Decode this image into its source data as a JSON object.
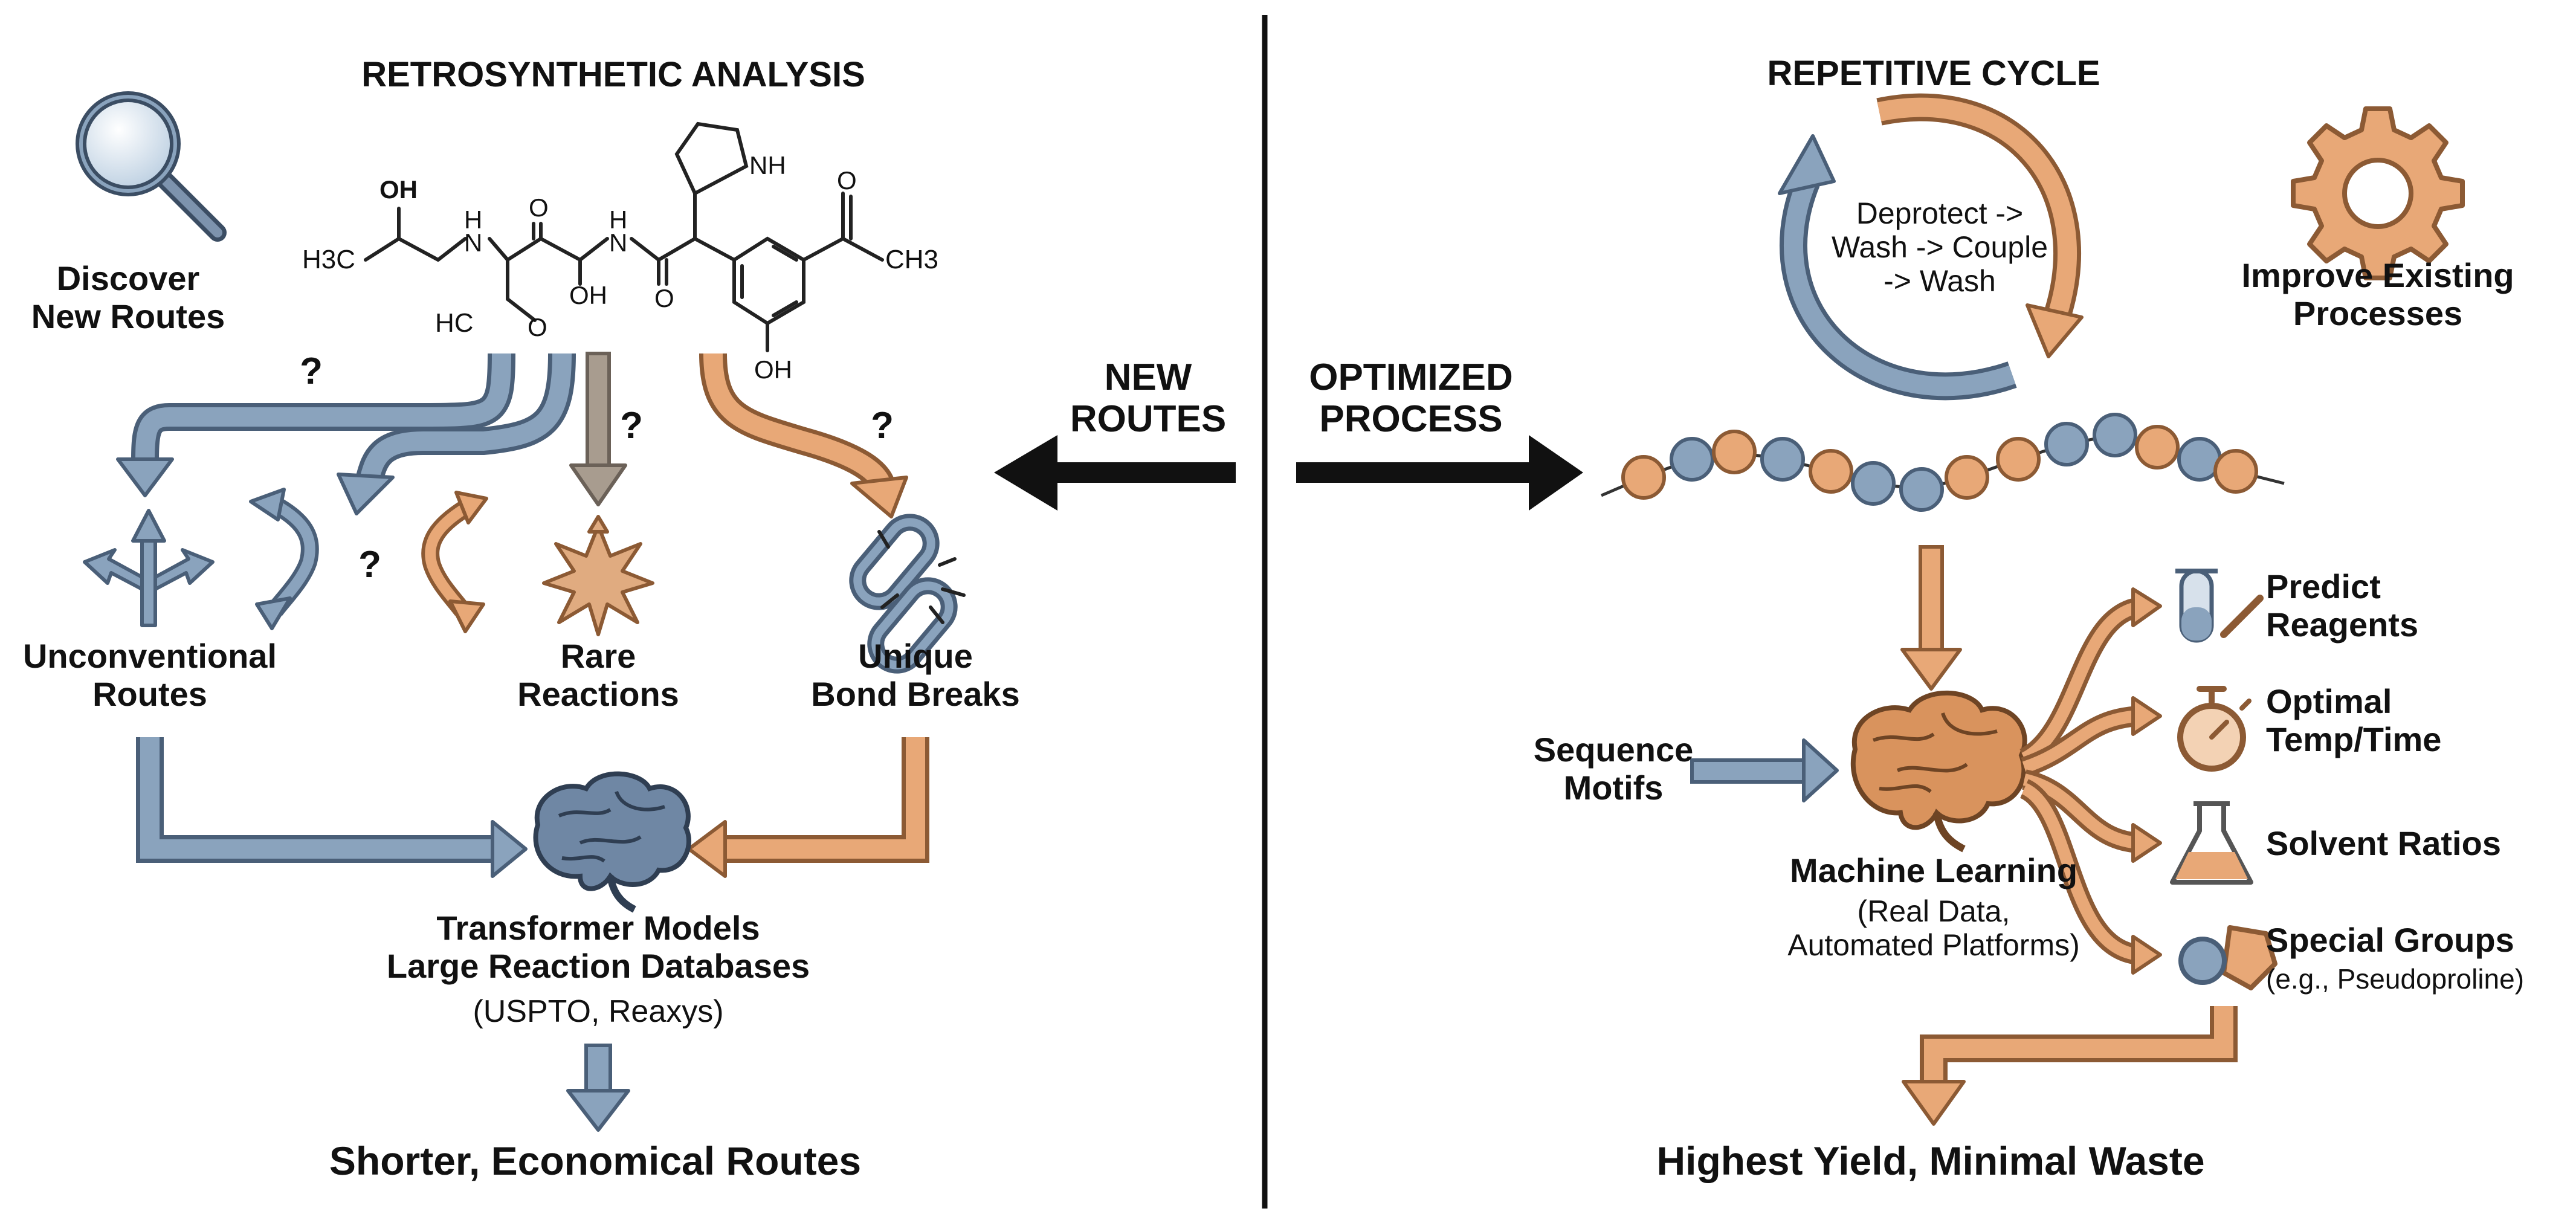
{
  "colors": {
    "blue_fill": "#8aa3bd",
    "blue_stroke": "#4a5f78",
    "orange_fill": "#e8a877",
    "orange_stroke": "#8c5a34",
    "gray_fill": "#a89c8f",
    "gray_stroke": "#6b6158",
    "ink": "#111111",
    "brain_blue": "#6f87a4",
    "brain_orange": "#d9935d"
  },
  "left": {
    "title": "RETROSYNTHETIC ANALYSIS",
    "discover": [
      "Discover",
      "New Routes"
    ],
    "question": "?",
    "molecule": {
      "h3c": "H3C",
      "oh": "OH",
      "n1": "H",
      "n1b": "N",
      "o1": "O",
      "o2": "O",
      "nh": "NH",
      "h": "H",
      "n2": "N",
      "hc": "HC",
      "oh2": "OH",
      "o3": "O",
      "ch3": "CH3",
      "o4": "O",
      "oh3": "OH"
    },
    "unconventional": [
      "Unconventional",
      "Routes"
    ],
    "rare": [
      "Rare",
      "Reactions"
    ],
    "unique": [
      "Unique",
      "Bond Breaks"
    ],
    "transformer": [
      "Transformer Models",
      "Large Reaction Databases"
    ],
    "databases": "(USPTO, Reaxys)",
    "result": "Shorter, Economical Routes"
  },
  "middle": {
    "new_routes": [
      "NEW",
      "ROUTES"
    ],
    "optimized": [
      "OPTIMIZED",
      "PROCESS"
    ]
  },
  "right": {
    "title": "REPETITIVE CYCLE",
    "cycle_text": [
      "Deprotect ->",
      "Wash -> Couple",
      "-> Wash"
    ],
    "improve": [
      "Improve Existing",
      "Processes"
    ],
    "sequence": [
      "Sequence",
      "Motifs"
    ],
    "ml_title": "Machine Learning",
    "ml_sub": [
      "(Real Data,",
      "Automated Platforms)"
    ],
    "outputs": [
      {
        "label": [
          "Predict",
          "Reagents"
        ],
        "icon": "test-tube-icon"
      },
      {
        "label": [
          "Optimal",
          "Temp/Time"
        ],
        "icon": "stopwatch-icon"
      },
      {
        "label": [
          "Solvent Ratios"
        ],
        "icon": "flask-icon"
      },
      {
        "label": [
          "Special Groups"
        ],
        "sub": "(e.g., Pseudoproline)",
        "icon": "special-groups-icon"
      }
    ],
    "result": "Highest Yield, Minimal Waste"
  }
}
